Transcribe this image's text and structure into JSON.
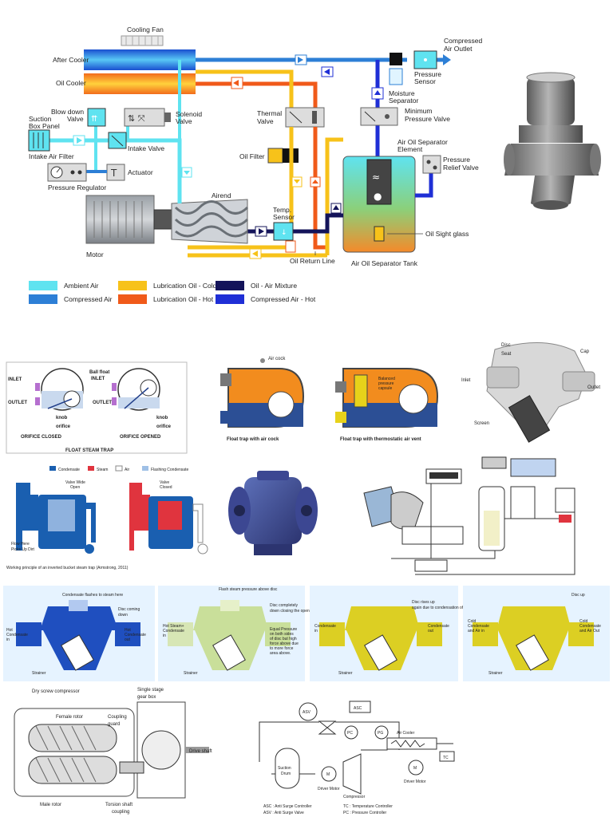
{
  "compressor": {
    "cooling_fan": "Cooling Fan",
    "after_cooler": "After Cooler",
    "oil_cooler": "Oil Cooler",
    "compressed_air_outlet_1": "Compressed",
    "compressed_air_outlet_2": "Air Outlet",
    "pressure_sensor_1": "Pressure",
    "pressure_sensor_2": "Sensor",
    "moisture_separator_1": "Moisture",
    "moisture_separator_2": "Separator",
    "blow_down_valve_1": "Blow down",
    "blow_down_valve_2": "Valve",
    "solenoid_valve_1": "Solenoid",
    "solenoid_valve_2": "Valve",
    "thermal_valve_1": "Thermal",
    "thermal_valve_2": "Valve",
    "minimum_pressure_valve_1": "Minimum",
    "minimum_pressure_valve_2": "Pressure Valve",
    "suction_box_panel_1": "Suction",
    "suction_box_panel_2": "Box Panel",
    "intake_air_filter": "Intake Air Filter",
    "intake_valve": "Intake Valve",
    "oil_filter": "Oil Filter",
    "air_oil_separator_element_1": "Air Oil Separator",
    "air_oil_separator_element_2": "Element",
    "pressure_relief_valve_1": "Pressure",
    "pressure_relief_valve_2": "Relief Valve",
    "actuator": "Actuator",
    "pressure_regulator": "Pressure Regulator",
    "airend": "Airend",
    "temp_sensor_1": "Temp.",
    "temp_sensor_2": "Sensor",
    "oil_sight_glass": "Oil Sight glass",
    "motor": "Motor",
    "oil_return_line": "Oil Return Line",
    "air_oil_separator_tank": "Air Oil Separator Tank",
    "legend": [
      {
        "label": "Ambient Air",
        "color": "#5fe3f0"
      },
      {
        "label": "Compressed Air",
        "color": "#2d7fd6"
      },
      {
        "label": "Lubrication Oil - Cold",
        "color": "#f7c21a"
      },
      {
        "label": "Lubrication Oil - Hot",
        "color": "#f05a1a"
      },
      {
        "label": "Oil - Air Mixture",
        "color": "#14145a"
      },
      {
        "label": "Compressed Air - Hot",
        "color": "#1f2fd6"
      }
    ]
  },
  "float_trap": {
    "ball_float": "Ball float",
    "inlet": "INLET",
    "outlet": "OUTLET",
    "knob": "knob",
    "orifice": "orifice",
    "orifice_closed": "ORIFICE CLOSED",
    "orifice_opened": "ORIFICE OPENED",
    "title": "FLOAT STEAM TRAP",
    "air_cock": "Air cock",
    "cap_air_cock": "Float trap with air cock",
    "balanced_capsule_1": "Balanced",
    "balanced_capsule_2": "pressure",
    "balanced_capsule_3": "capsule",
    "cap_thermostatic": "Float trap with thermostatic air vent"
  },
  "strainer_cutaway": {
    "disc": "Disc",
    "seat": "Seat",
    "cap": "Cap",
    "inlet": "Inlet",
    "outlet": "Outlet",
    "screen": "Screen"
  },
  "bucket_trap": {
    "legend_condensate": "Condensate",
    "legend_steam": "Steam",
    "legend_air": "Air",
    "legend_flashing": "Flashing Condensate",
    "valve_wide_open_1": "Valve Wide",
    "valve_wide_open_2": "Open",
    "valve_closed_1": "Valve",
    "valve_closed_2": "Closed",
    "flow_here_1": "Flow Here",
    "flow_here_2": "Picks Up Dirt",
    "caption": "Working principle of an inverted bucket steam trap (Armstrong, 2011)"
  },
  "disc_trap": [
    {
      "top": "Condensate flashes to steam here",
      "right1": "Disc coming",
      "right2": "down",
      "left": "Hot\nCondensate\nin",
      "right_out": "Hot\nCondensate\nout",
      "strainer": "Strainer"
    },
    {
      "top": "Flash steam pressure above disc",
      "right1": "Disc completely",
      "right2": "down closing the openings.",
      "left": "Hot Steam+\nCondensate\nin",
      "right_out": "Equal Pressure\non both sides\nof disc but high\nforce above due\nto more force\narea above.",
      "strainer": "Strainer"
    },
    {
      "top": "",
      "right1": "Disc rises up",
      "right2": "again due to condensation of steam above",
      "left": "Condensate\nin",
      "right_out": "Condensate\nout",
      "strainer": "Strainer"
    },
    {
      "top": "",
      "right1": "Disc up",
      "right2": "",
      "left": "Cold\nCondensate\nand Air in",
      "right_out": "Cold\nCondensate\nand Air Out",
      "strainer": "Strainer"
    }
  ],
  "screw": {
    "dry_screw_compressor": "Dry screw compressor",
    "single_stage_1": "Single stage",
    "single_stage_2": "gear box",
    "female_rotor": "Female rotor",
    "coupling_guard_1": "Coupling",
    "coupling_guard_2": "guard",
    "drive_shaft": "Drive shaft",
    "male_rotor": "Male rotor",
    "torsion_1": "Torsion shaft",
    "torsion_2": "coupling"
  },
  "surge": {
    "asv": "ASV",
    "asc": "ASC",
    "pc": "PC",
    "pg": "PG",
    "air_cooler": "Air Cooler",
    "tc": "TC",
    "suction_drum_1": "Suction",
    "suction_drum_2": "Drum",
    "m": "M",
    "driver_motor": "Driver Motor",
    "compressor": "Compressor",
    "note1": "ASC : Anti Surge Controller",
    "note2": "ASV : Anti Surge Valve",
    "note3": "TC : Temperature Controller",
    "note4": "PC : Pressure Controller"
  }
}
